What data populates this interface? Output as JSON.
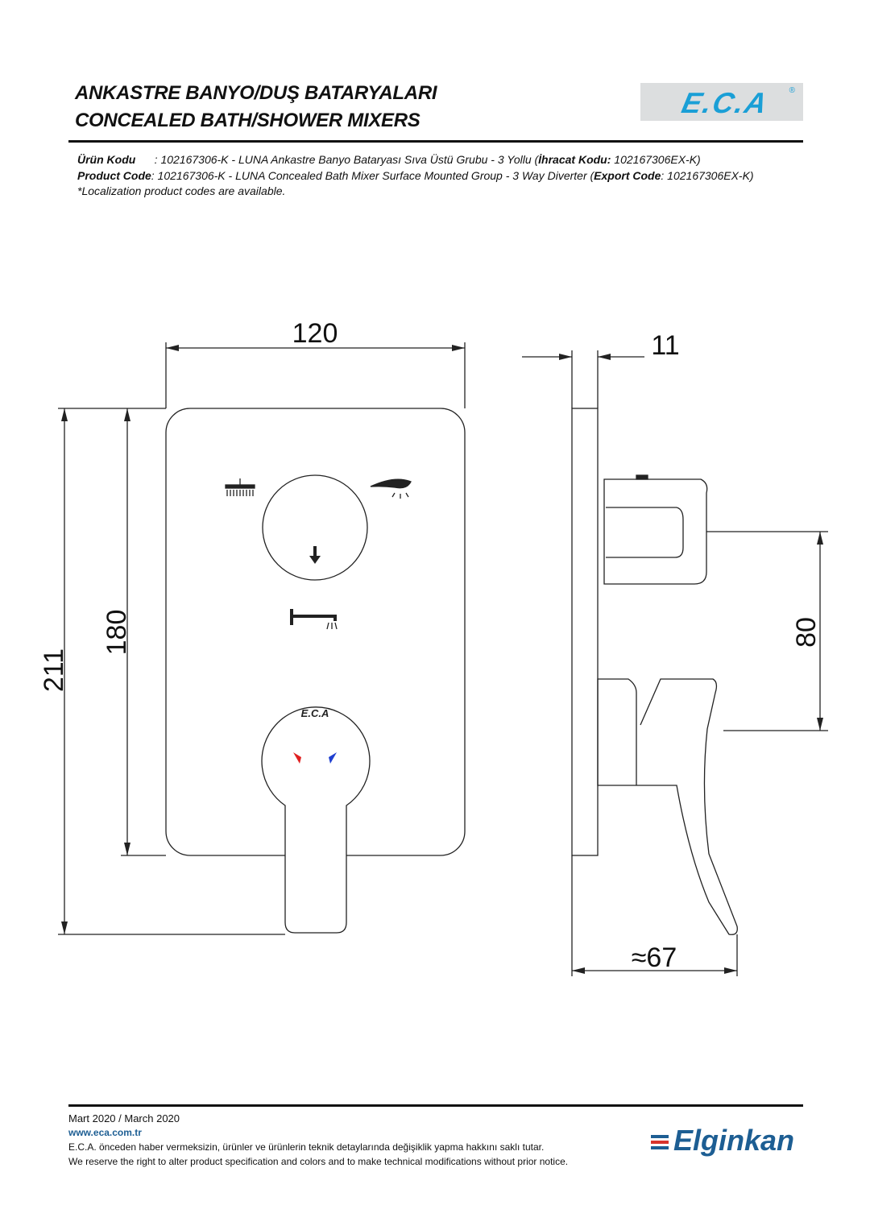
{
  "header": {
    "title_tr": "ANKASTRE BANYO/DUŞ BATARYALARI",
    "title_en": "CONCEALED BATH/SHOWER MIXERS",
    "brand_logo": "E.C.A"
  },
  "info": {
    "tr_label": "Ürün Kodu",
    "tr_text": "      : 102167306-K - LUNA Ankastre Banyo Bataryası Sıva Üstü Grubu - 3 Yollu (",
    "tr_export_label": "İhracat Kodu:",
    "tr_export_value": " 102167306EX-K)",
    "en_label": "Product Code",
    "en_text": ": 102167306-K - LUNA Concealed Bath Mixer Surface Mounted Group - 3 Way Diverter (",
    "en_export_label": "Export Code",
    "en_export_value": ": 102167306EX-K)",
    "note": "*Localization product codes are available."
  },
  "drawing": {
    "width": "120",
    "depth_plate": "11",
    "total_height": "211",
    "plate_height": "180",
    "spacing": "80",
    "projection": "≈67",
    "handle_logo": "E.C.A"
  },
  "footer": {
    "date": "Mart 2020 / March 2020",
    "website": "www.eca.com.tr",
    "disclaimer_tr": "E.C.A. önceden haber vermeksizin, ürünler ve ürünlerin teknik detaylarında değişiklik yapma hakkını saklı tutar.",
    "disclaimer_en": "We reserve the right to alter product specification and colors and to make technical modifications without prior notice.",
    "partner_logo": "Elginkan"
  },
  "colors": {
    "eca_blue": "#1a9fd6",
    "elginkan_blue": "#1d5e93",
    "hot": "#e02020",
    "cold": "#1f3fd0"
  }
}
